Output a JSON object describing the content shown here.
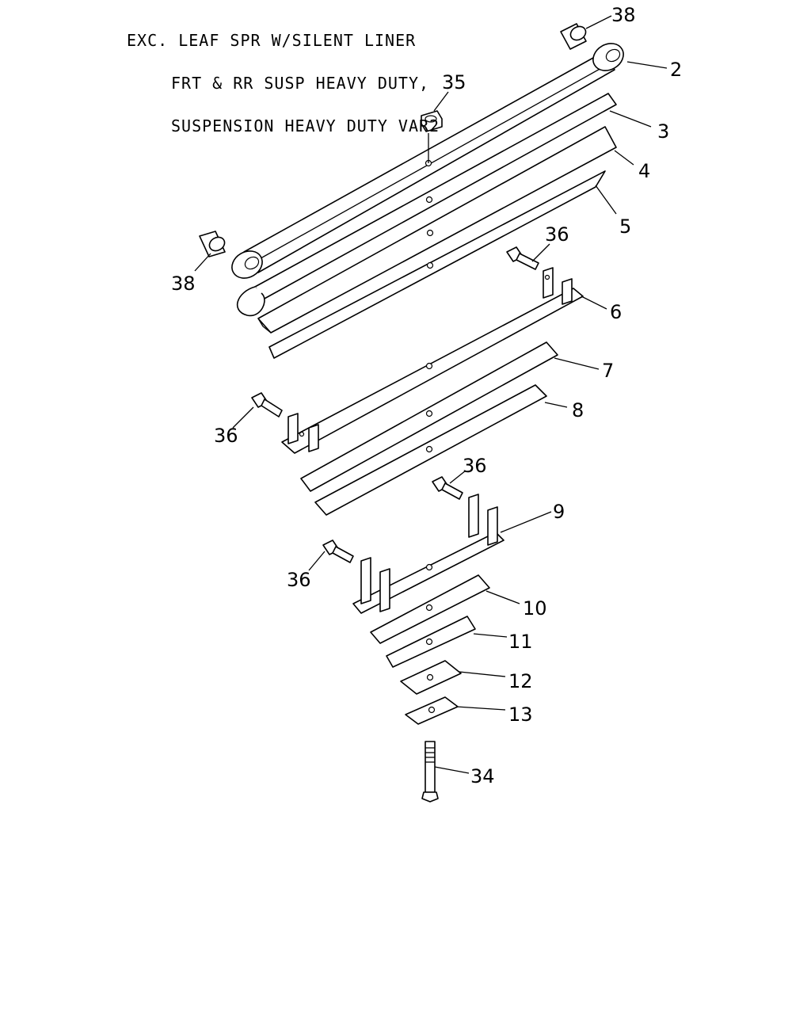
{
  "title": {
    "line1": "EXC. LEAF SPR W/SILENT LINER",
    "line2": "FRT & RR SUSP HEAVY DUTY,",
    "line3": "SUSPENSION HEAVY DUTY VAR2"
  },
  "callouts": {
    "c38a": "38",
    "c2": "2",
    "c35": "35",
    "c3": "3",
    "c4": "4",
    "c5": "5",
    "c36a": "36",
    "c38b": "38",
    "c6": "6",
    "c7": "7",
    "c36b": "36",
    "c8": "8",
    "c36c": "36",
    "c9": "9",
    "c36d": "36",
    "c10": "10",
    "c11": "11",
    "c12": "12",
    "c13": "13",
    "c34": "34"
  }
}
